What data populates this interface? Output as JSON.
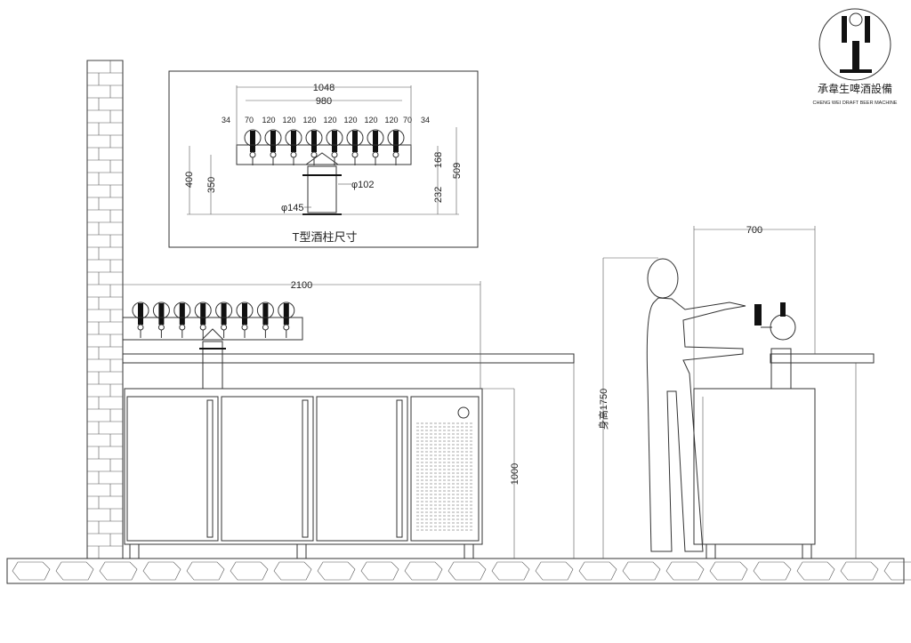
{
  "logo": {
    "name_cn": "承韋生啤酒設備",
    "name_en": "CHENG WEI DRAFT BEER MACHINE"
  },
  "inset": {
    "title": "T型酒柱尺寸",
    "overall_width": "1048",
    "tap_span": "980",
    "spacing": [
      "34",
      "70",
      "120",
      "120",
      "120",
      "120",
      "120",
      "120",
      "120",
      "70",
      "34"
    ],
    "height_total": "400",
    "height_base": "350",
    "bar_height": "168",
    "overall_height": "509",
    "stem_height": "232",
    "stem_diameter": "φ102",
    "base_diameter": "φ145",
    "tap_count": 8
  },
  "main": {
    "counter_length": "2100",
    "counter_height": "1000",
    "side_counter_depth": "700",
    "person_height": "身高1750"
  }
}
